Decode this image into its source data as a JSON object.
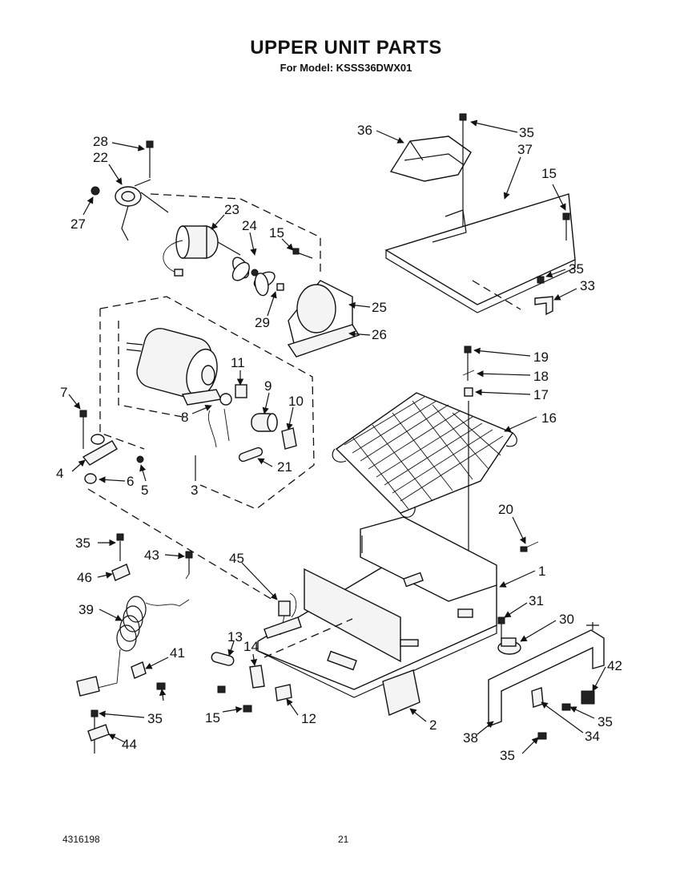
{
  "header": {
    "title": "UPPER UNIT PARTS",
    "subtitle": "For Model: KSSS36DWX01"
  },
  "footer": {
    "doc_number": "4316198",
    "page_number": "21"
  },
  "callouts": {
    "c1": "1",
    "c2": "2",
    "c3": "3",
    "c4": "4",
    "c5": "5",
    "c6": "6",
    "c7": "7",
    "c8": "8",
    "c9": "9",
    "c10": "10",
    "c11": "11",
    "c12": "12",
    "c13": "13",
    "c14": "14",
    "c15a": "15",
    "c15b": "15",
    "c15c": "15",
    "c16": "16",
    "c17": "17",
    "c18": "18",
    "c19": "19",
    "c20": "20",
    "c21": "21",
    "c22": "22",
    "c23": "23",
    "c24": "24",
    "c25": "25",
    "c26": "26",
    "c27": "27",
    "c28": "28",
    "c29": "29",
    "c30": "30",
    "c31": "31",
    "c33": "33",
    "c34": "34",
    "c35a": "35",
    "c35b": "35",
    "c35c": "35",
    "c35d": "35",
    "c35e": "35",
    "c35f": "35",
    "c36": "36",
    "c37": "37",
    "c38": "38",
    "c39": "39",
    "c41": "41",
    "c42": "42",
    "c43": "43",
    "c44": "44",
    "c45": "45",
    "c46": "46"
  }
}
